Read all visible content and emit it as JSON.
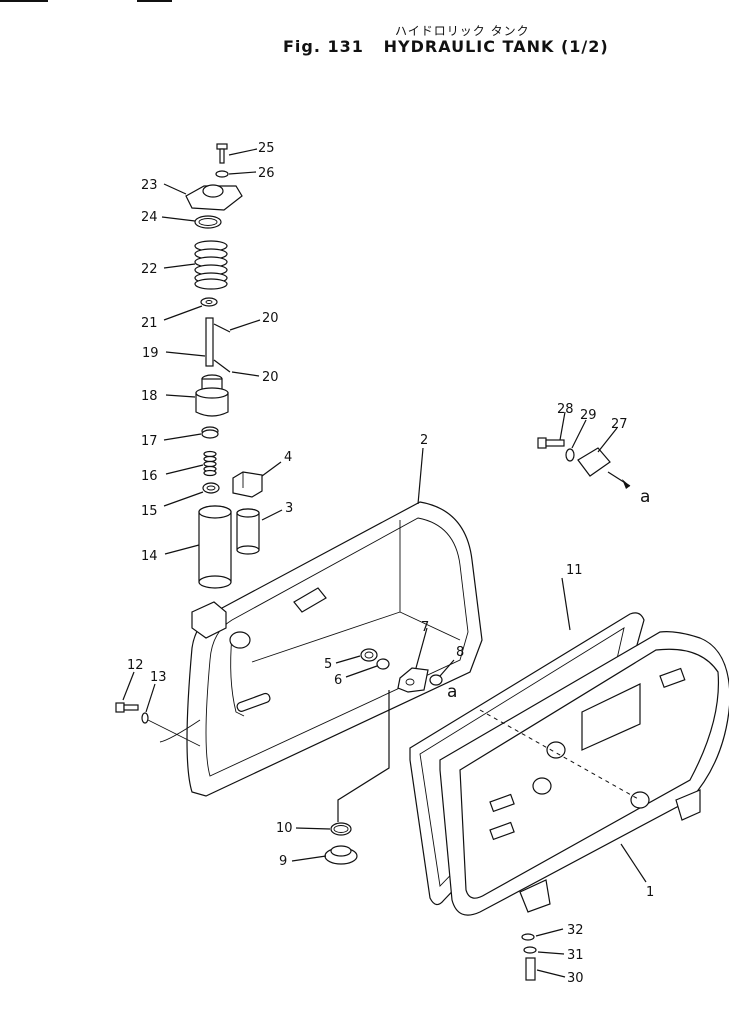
{
  "title_jp": "ハイドロリック タンク",
  "title_en": "Fig. 131   HYDRAULIC TANK (1/2)",
  "callouts": {
    "c1": "1",
    "c2": "2",
    "c3": "3",
    "c4": "4",
    "c5": "5",
    "c6": "6",
    "c7": "7",
    "c8": "8",
    "c9": "9",
    "c10": "10",
    "c11": "11",
    "c12": "12",
    "c13": "13",
    "c14": "14",
    "c15": "15",
    "c16": "16",
    "c17": "17",
    "c18": "18",
    "c19": "19",
    "c20a": "20",
    "c20b": "20",
    "c21": "21",
    "c22": "22",
    "c23": "23",
    "c24": "24",
    "c25": "25",
    "c26": "26",
    "c27": "27",
    "c28": "28",
    "c29": "29",
    "c30": "30",
    "c31": "31",
    "c32": "32"
  },
  "refs": {
    "a1": "a",
    "a2": "a"
  }
}
